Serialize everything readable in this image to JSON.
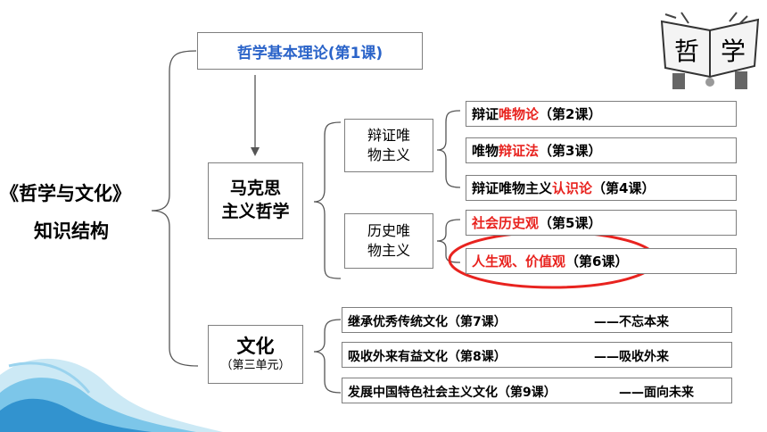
{
  "root": {
    "title": "《哲学与文化》",
    "subtitle": "知识结构"
  },
  "top_box": "哲学基本理论(第1课)",
  "marx": {
    "line1": "马克思",
    "line2": "主义哲学"
  },
  "dialectical": {
    "line1": "辩证唯",
    "line2": "物主义",
    "items": [
      {
        "pre": "辩证",
        "key": "唯物论",
        "post": "（第2课）"
      },
      {
        "pre": "唯物",
        "key": "辩证法",
        "post": "（第3课）"
      },
      {
        "pre": "辩证唯物主义",
        "key": "认识论",
        "post": "（第4课）"
      }
    ]
  },
  "historical": {
    "line1": "历史唯",
    "line2": "物主义",
    "items": [
      {
        "pre": "",
        "key": "社会历史观",
        "post": "（第5课）"
      },
      {
        "pre": "",
        "key": "人生观、价值观",
        "post": "（第6课）"
      }
    ]
  },
  "culture": {
    "title": "文化",
    "sub": "（第三单元）",
    "items": [
      {
        "text": "继承优秀传统文化（第7课）",
        "tag": "——不忘本来"
      },
      {
        "text": "吸收外来有益文化（第8课）",
        "tag": "——吸收外来"
      },
      {
        "text": "发展中国特色社会主义文化（第9课）",
        "tag": "——面向未来"
      }
    ]
  },
  "logo": {
    "char1": "哲",
    "char2": "学"
  },
  "colors": {
    "accent_red": "#e8231f",
    "top_blue": "#2b64c9",
    "border": "#7f7f7f"
  }
}
